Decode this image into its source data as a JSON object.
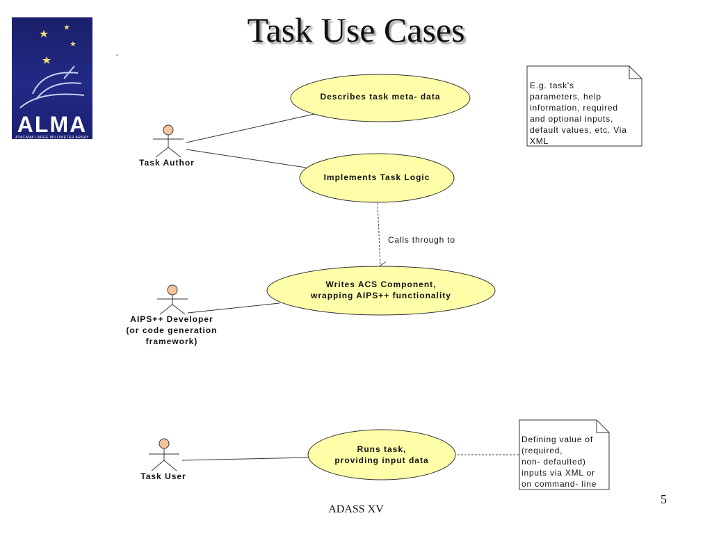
{
  "slide": {
    "title": "Task Use Cases",
    "dash": "-",
    "footer": "ADASS XV",
    "page_number": "5"
  },
  "logo": {
    "name": "ALMA",
    "subtitle": "ATACAMA LARGE MILLIMETER ARRAY"
  },
  "use_cases": [
    {
      "lines": [
        "Describes task meta- data"
      ]
    },
    {
      "lines": [
        "Implements Task Logic"
      ]
    },
    {
      "lines": [
        "Writes ACS Component,",
        "wrapping AIPS++ functionality"
      ]
    },
    {
      "lines": [
        "Runs task,",
        "providing input data"
      ]
    }
  ],
  "actors": [
    {
      "lines": [
        "Task Author"
      ]
    },
    {
      "lines": [
        "AIPS++ Developer",
        "(or code generation",
        "framework)"
      ]
    },
    {
      "lines": [
        "Task User"
      ]
    }
  ],
  "notes": [
    {
      "lines": [
        "E.g. task's",
        "parameters, help",
        "information, required",
        "and optional inputs,",
        "default values, etc. Via",
        " XML"
      ]
    },
    {
      "lines": [
        "Defining value of",
        "(required,",
        "non- defaulted)",
        "inputs via XML or",
        "on command- line"
      ]
    }
  ],
  "dependency_label": "Calls through to",
  "colors": {
    "usecase_fill": "#FFFFAA",
    "actor_head": "#F5C49C",
    "line": "#333333"
  }
}
